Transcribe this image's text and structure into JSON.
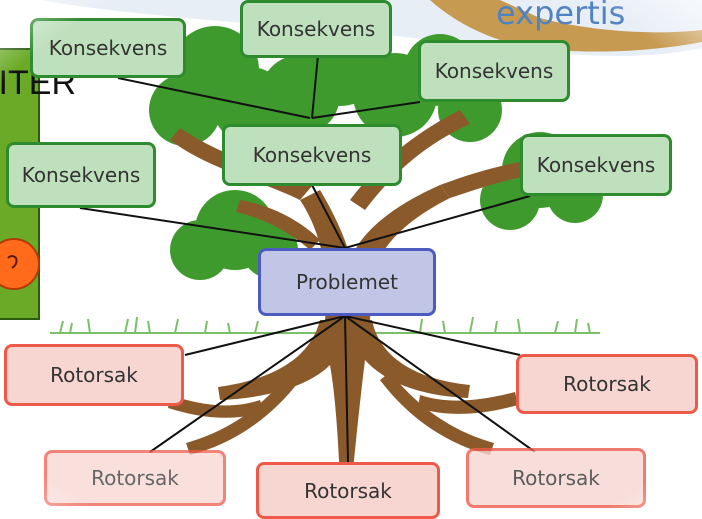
{
  "brand": "expertis",
  "side_panel": {
    "text": "ITER"
  },
  "consequences": [
    "Konsekvens",
    "Konsekvens",
    "Konsekvens",
    "Konsekvens",
    "Konsekvens",
    "Konsekvens"
  ],
  "problem": "Problemet",
  "root_causes": [
    "Rotorsak",
    "Rotorsak",
    "Rotorsak",
    "Rotorsak",
    "Rotorsak"
  ],
  "colors": {
    "consequence_fill": "#bfe0bd",
    "consequence_border": "#2e8b2e",
    "problem_fill": "#c2c6e6",
    "problem_border": "#4c5bbf",
    "rootcause_fill": "#f7d6d2",
    "rootcause_border": "#ee5a4a",
    "trunk": "#8b5a2b",
    "foliage": "#3f9a2e"
  }
}
